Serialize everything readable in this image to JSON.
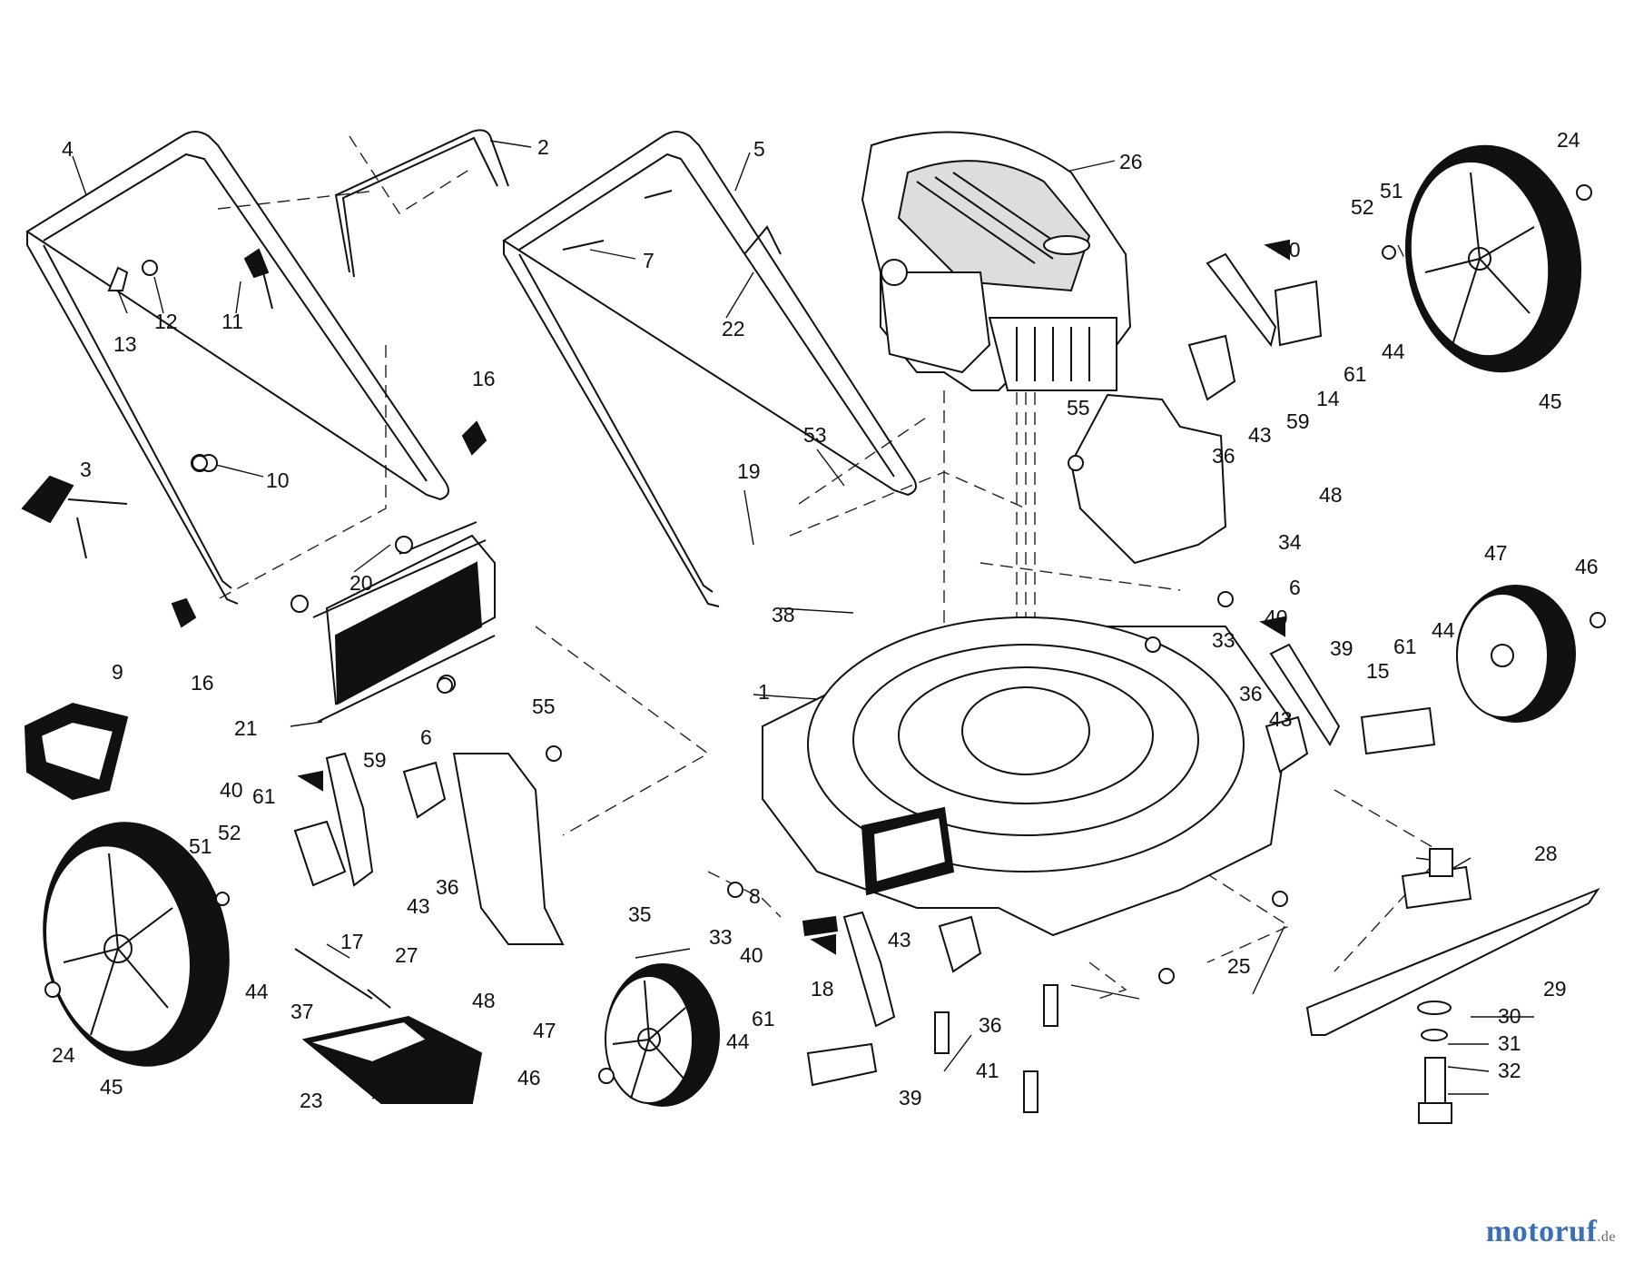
{
  "watermark": {
    "brand": "motoruf",
    "tld": ".de"
  },
  "part_labels": [
    "1",
    "2",
    "3",
    "4",
    "5",
    "6",
    "6",
    "6",
    "7",
    "8",
    "9",
    "10",
    "11",
    "12",
    "13",
    "14",
    "15",
    "16",
    "16",
    "17",
    "18",
    "19",
    "20",
    "21",
    "22",
    "23",
    "24",
    "24",
    "25",
    "26",
    "27",
    "28",
    "29",
    "30",
    "31",
    "32",
    "33",
    "33",
    "34",
    "35",
    "36",
    "36",
    "36",
    "36",
    "37",
    "38",
    "39",
    "39",
    "40",
    "40",
    "40",
    "40",
    "41",
    "43",
    "43",
    "43",
    "43",
    "44",
    "44",
    "44",
    "44",
    "45",
    "45",
    "46",
    "46",
    "47",
    "47",
    "48",
    "48",
    "51",
    "51",
    "52",
    "52",
    "53",
    "55",
    "55",
    "59",
    "59",
    "61",
    "61",
    "61",
    "61"
  ]
}
